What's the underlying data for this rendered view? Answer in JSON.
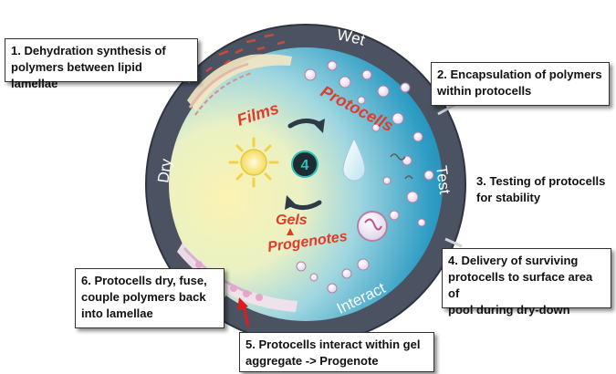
{
  "ring_labels": {
    "wet": "Wet",
    "test": "Test",
    "interact": "Interact",
    "dry": "Dry"
  },
  "inner_labels": {
    "films": "Films",
    "protocells": "Protocells",
    "gels": "Gels",
    "progenotes": "Progenotes",
    "cycle_number": "4"
  },
  "callouts": {
    "step1": "1. Dehydration synthesis of\npolymers between lipid lamellae",
    "step2": "2. Encapsulation of polymers\nwithin protocells",
    "step3": "3. Testing of protocells\nfor stability",
    "step4": "4. Delivery of surviving\nprotocells to surface area of\npool during dry-down",
    "step5": "5. Protocells interact within gel\naggregate -> Progenote",
    "step6": "6. Protocells dry, fuse,\ncouple polymers back\ninto lamellae"
  },
  "colors": {
    "ring": "#4b5363",
    "wet_blue": "#1f8fb8",
    "dry_yellow": "#f2e9a0",
    "label_red": "#e23b2a",
    "arrow_red": "#e11b1b"
  },
  "icons": {
    "sun": "sun-icon",
    "water_drop": "water-drop-icon",
    "cycle_arrows": "cycle-arrow-icon"
  }
}
